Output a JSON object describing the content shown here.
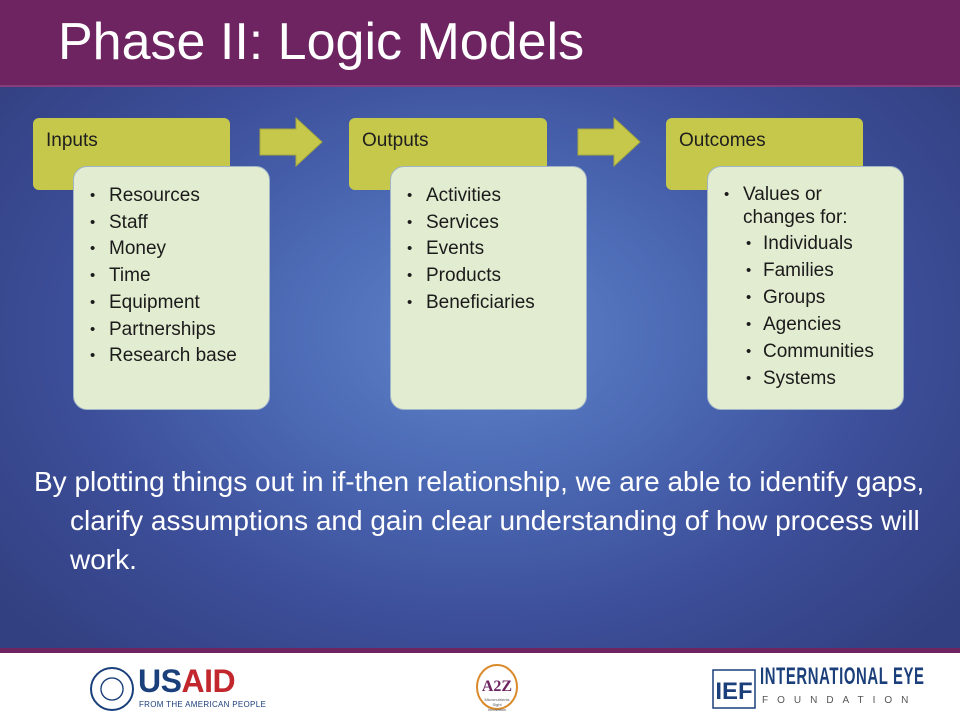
{
  "slide": {
    "title": "Phase II: Logic Models",
    "columns": [
      {
        "heading": "Inputs",
        "items": [
          "Resources",
          "Staff",
          "Money",
          "Time",
          "Equipment",
          "Partnerships",
          "Research base"
        ]
      },
      {
        "heading": "Outputs",
        "items": [
          "Activities",
          "Services",
          "Events",
          "Products",
          "Beneficiaries"
        ]
      },
      {
        "heading": "Outcomes",
        "intro": "Values or changes for:",
        "items": [
          "Individuals",
          "Families",
          "Groups",
          "Agencies",
          "Communities",
          "Systems"
        ]
      }
    ],
    "body_text": "By plotting things out in if-then relationship, we are able to identify gaps, clarify assumptions and gain clear understanding of how process will work."
  },
  "footer": {
    "usaid": {
      "word_us": "US",
      "word_aid": "AID",
      "tagline": "FROM THE AMERICAN PEOPLE"
    },
    "a2z": {
      "mark": "A2Z",
      "line1": "Micronutrients",
      "line2": "Sight",
      "line3": "Innovation"
    },
    "ief": {
      "monogram": "IEF",
      "name": "INTERNATIONAL EYE",
      "foundation": "FOUNDATION"
    }
  },
  "colors": {
    "title_bar": "#6d2461",
    "background_center": "#5f83cb",
    "background_edge": "#323f80",
    "tab_fill": "#c5c84a",
    "box_fill": "#e2ecd0",
    "arrow_fill": "#c5c84a",
    "usaid_blue": "#1b3f7a",
    "usaid_red": "#c1272d"
  },
  "icons": [
    "right-arrow-icon",
    "usaid-seal-icon",
    "a2z-logo-icon",
    "ief-monogram-icon"
  ]
}
